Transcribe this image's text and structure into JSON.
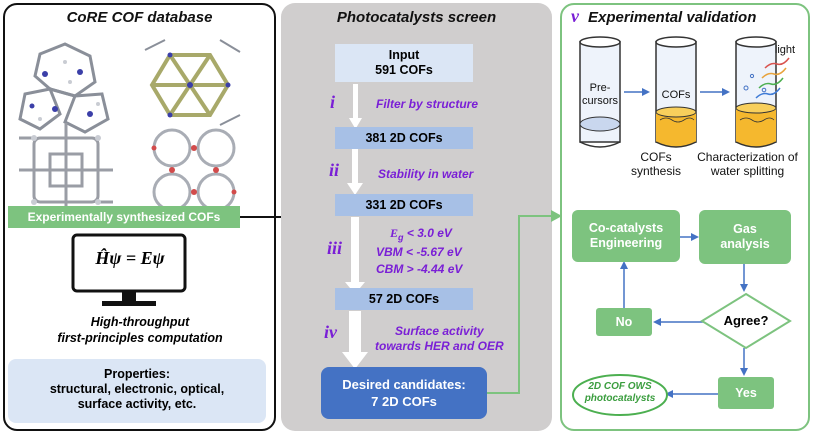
{
  "left": {
    "title": "CoRE COF database",
    "synth_label": "Experimentally synthesized  COFs",
    "equation": "Ĥψ = Eψ",
    "computation": "High-throughput\nfirst-principles computation",
    "properties_title": "Properties:",
    "properties_text": "structural, electronic, optical,\nsurface activity, etc."
  },
  "middle": {
    "title": "Photocatalysts screen",
    "input_line1": "Input",
    "input_line2": "591 COFs",
    "steps": [
      {
        "roman": "i",
        "text": "Filter by structure"
      },
      {
        "roman": "ii",
        "text": "Stability in water"
      },
      {
        "roman": "iii",
        "text": ""
      },
      {
        "roman": "iv",
        "text": "Surface activity\ntowards HER and OER"
      }
    ],
    "criteria": {
      "eg": "< 3.0 eV",
      "vbm": "VBM < -5.67 eV",
      "cbm": "CBM > -4.44 eV"
    },
    "box1": "381  2D COFs",
    "box2": "331  2D COFs",
    "box3": "57  2D COFs",
    "final_line1": "Desired candidates:",
    "final_line2": "7  2D COFs"
  },
  "right": {
    "roman": "v",
    "title": "Experimental validation",
    "tube1_label": "Pre-\ncursors",
    "tube2_label": "COFs",
    "light_label": "light",
    "caption1": "COFs\nsynthesis",
    "caption2": "Characterization of\nwater splitting",
    "cocatalysts": "Co-catalysts\nEngineering",
    "gas": "Gas\nanalysis",
    "agree": "Agree?",
    "no": "No",
    "yes": "Yes",
    "result": "2D COF OWS\nphotocatalysts"
  },
  "colors": {
    "green": "#7dc37f",
    "green_border": "#7dc37f",
    "blue_box": "#4472c4",
    "light_blue_box": "#dbe6f5",
    "mid_blue_box": "#a7c0e6",
    "purple": "#7a1fd6",
    "gray_panel": "#d0cece",
    "arrow_blue": "#4472c4"
  }
}
